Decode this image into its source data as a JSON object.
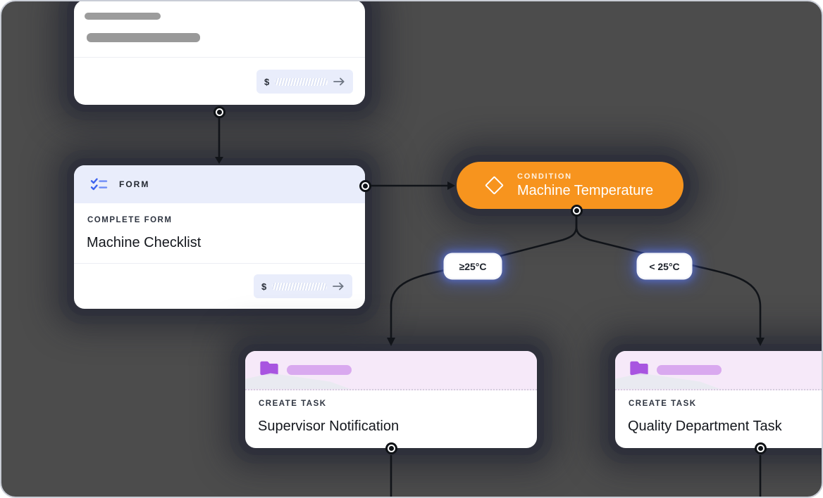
{
  "workflow": {
    "trigger_card": {
      "currency": "$"
    },
    "form_card": {
      "type_label": "FORM",
      "step_label": "COMPLETE FORM",
      "title": "Machine Checklist",
      "currency": "$"
    },
    "condition": {
      "type_label": "CONDITION",
      "title": "Machine Temperature"
    },
    "branches": [
      {
        "label": "≥25°C"
      },
      {
        "label": "< 25°C"
      }
    ],
    "task_cards": [
      {
        "step_label": "CREATE TASK",
        "title": "Supervisor Notification"
      },
      {
        "step_label": "CREATE TASK",
        "title": "Quality Department Task"
      }
    ],
    "icons": {
      "form": "checklist-icon",
      "condition": "diamond-icon",
      "task": "folder-icon",
      "footer_arrow": "arrow-right-icon",
      "port": "connection-port-dot"
    },
    "colors": {
      "canvas_bg": "#4C4C4C",
      "condition_orange": "#F7941E",
      "form_header_bg": "#E9EDFB",
      "task_header_bg": "#F6E9F9",
      "folder_purple": "#A855E0",
      "connector_black": "#111419",
      "branch_glow_blue": "#5E7CF2"
    }
  }
}
